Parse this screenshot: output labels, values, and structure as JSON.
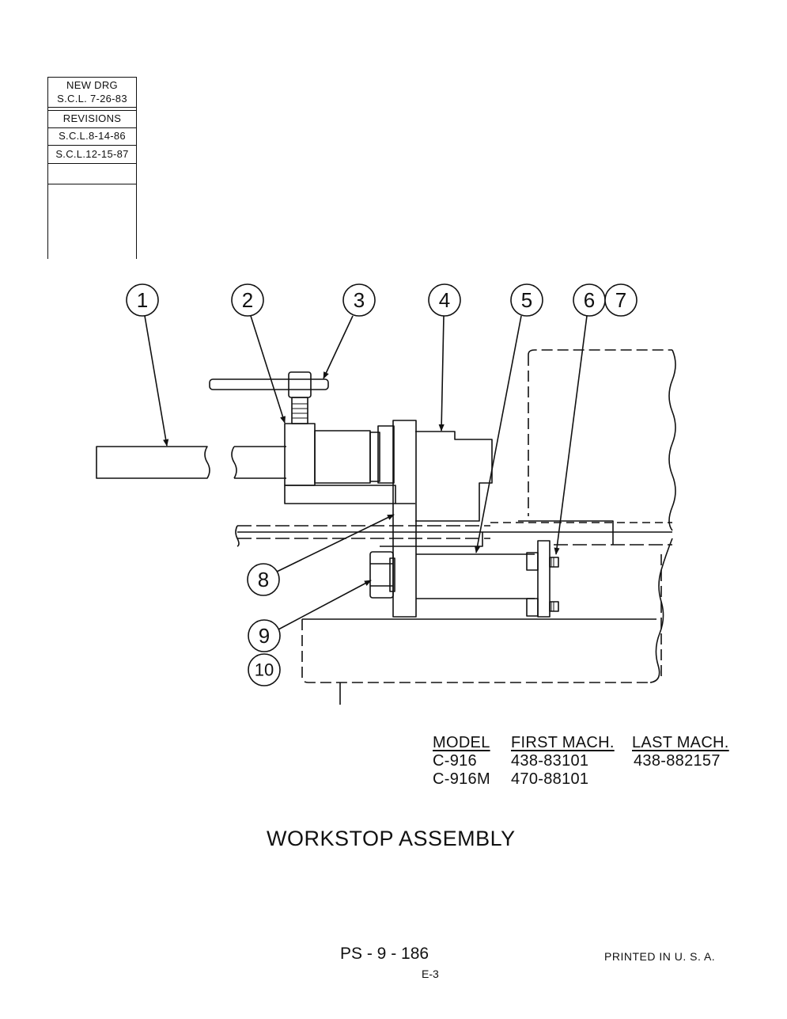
{
  "revision_block": {
    "new_drg": "NEW DRG",
    "new_drg_date": "S.C.L. 7-26-83",
    "revisions_label": "REVISIONS",
    "revisions": [
      "S.C.L.8-14-86",
      "S.C.L.12-15-87"
    ]
  },
  "callouts": [
    "1",
    "2",
    "3",
    "4",
    "5",
    "6",
    "7",
    "8",
    "9",
    "10"
  ],
  "model_table": {
    "headers": [
      "MODEL",
      "FIRST MACH.",
      "LAST MACH."
    ],
    "rows": [
      [
        "C-916",
        "438-83101",
        "438-882157"
      ],
      [
        "C-916M",
        "470-88101",
        ""
      ]
    ]
  },
  "title": "WORKSTOP ASSEMBLY",
  "document_number": "PS - 9 - 186",
  "sheet": "E-3",
  "printed": "PRINTED IN U. S. A."
}
